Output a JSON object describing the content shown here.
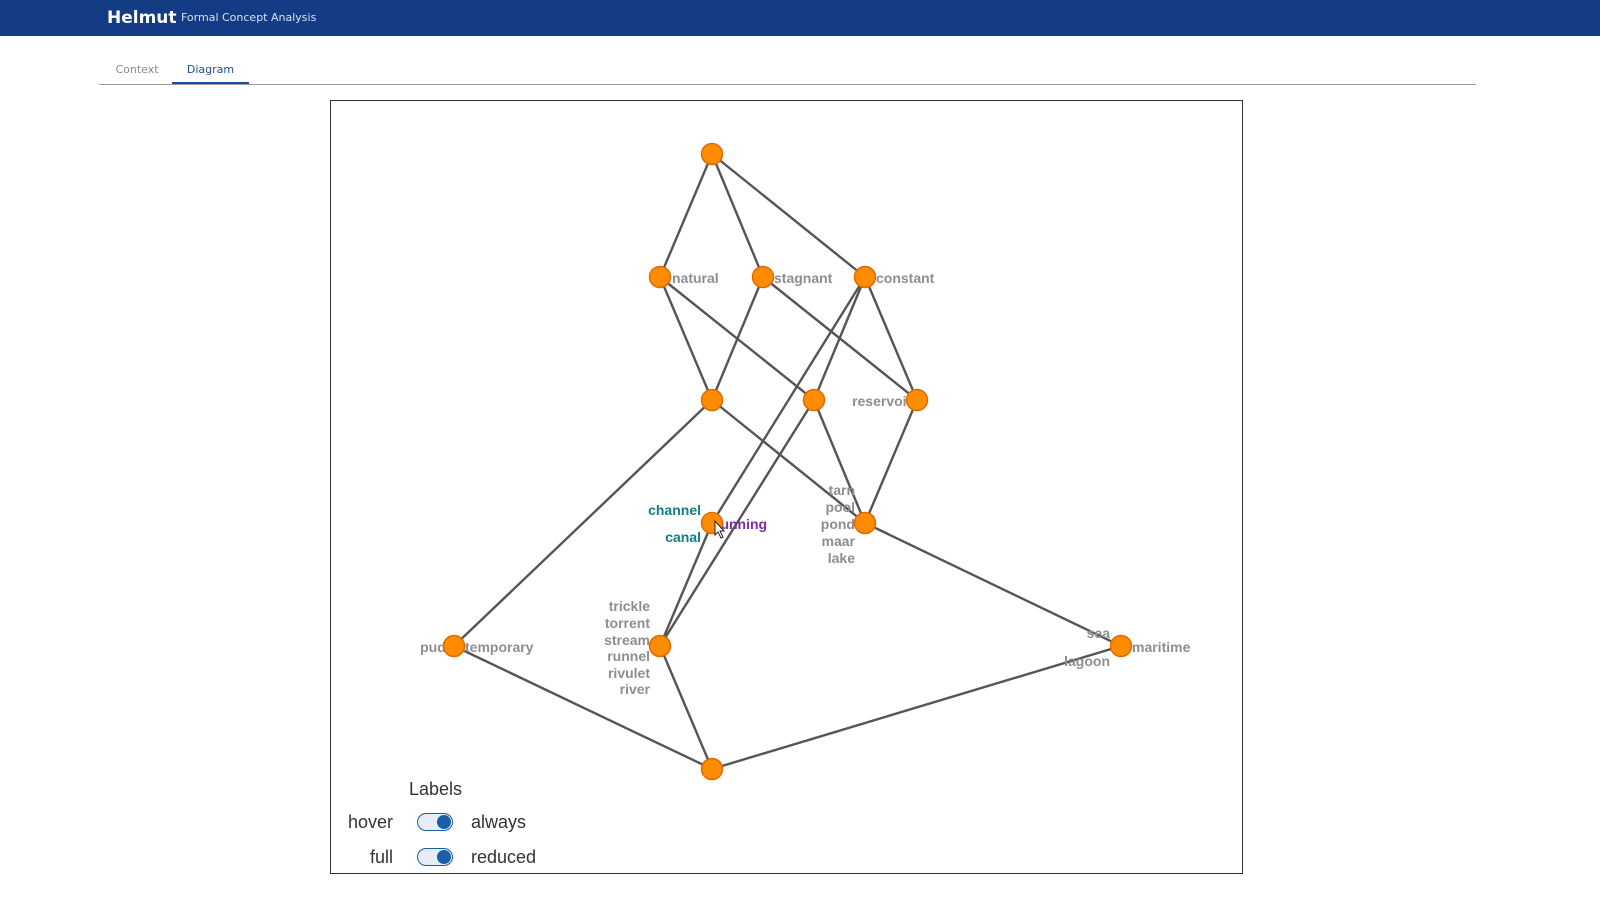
{
  "app": {
    "name": "Helmut",
    "subtitle": "Formal Concept Analysis"
  },
  "tabs": [
    {
      "label": "Context",
      "active": false
    },
    {
      "label": "Diagram",
      "active": true
    }
  ],
  "colors": {
    "header": "#143c85",
    "node": "#ff8c00",
    "edge": "#555555",
    "label": "#8e8e8e",
    "object_highlight": "#0f7f86",
    "attribute_highlight": "#7b2bb0",
    "toggle": "#1a5fa8"
  },
  "lattice": {
    "nodes": [
      {
        "id": "top"
      },
      {
        "id": "natural"
      },
      {
        "id": "stagnant"
      },
      {
        "id": "constant"
      },
      {
        "id": "natural_stagnant"
      },
      {
        "id": "natural_constant"
      },
      {
        "id": "reservoir"
      },
      {
        "id": "running"
      },
      {
        "id": "lakes"
      },
      {
        "id": "temporary"
      },
      {
        "id": "rivers"
      },
      {
        "id": "maritime"
      },
      {
        "id": "bottom"
      }
    ],
    "edges": [
      [
        "top",
        "natural"
      ],
      [
        "top",
        "stagnant"
      ],
      [
        "top",
        "constant"
      ],
      [
        "natural",
        "natural_stagnant"
      ],
      [
        "natural",
        "natural_constant"
      ],
      [
        "stagnant",
        "natural_stagnant"
      ],
      [
        "stagnant",
        "reservoir"
      ],
      [
        "constant",
        "natural_constant"
      ],
      [
        "constant",
        "reservoir"
      ],
      [
        "constant",
        "running"
      ],
      [
        "natural_stagnant",
        "temporary"
      ],
      [
        "natural_stagnant",
        "lakes"
      ],
      [
        "natural_constant",
        "lakes"
      ],
      [
        "natural_constant",
        "rivers"
      ],
      [
        "reservoir",
        "lakes"
      ],
      [
        "running",
        "rivers"
      ],
      [
        "lakes",
        "maritime"
      ],
      [
        "temporary",
        "bottom"
      ],
      [
        "rivers",
        "bottom"
      ],
      [
        "maritime",
        "bottom"
      ]
    ],
    "labels": {
      "natural": "natural",
      "stagnant": "stagnant",
      "constant": "constant",
      "reservoir": "reservoir",
      "running_attr": "running",
      "running_objects": [
        "channel",
        "canal"
      ],
      "lakes": [
        "tarn",
        "pool",
        "pond",
        "maar",
        "lake"
      ],
      "temporary_obj": "puddle",
      "temporary_attr": "temporary",
      "rivers": [
        "trickle",
        "torrent",
        "stream",
        "runnel",
        "rivulet",
        "river"
      ],
      "maritime_objects": [
        "sea",
        "lagoon"
      ],
      "maritime_attr": "maritime"
    }
  },
  "controls": {
    "title": "Labels",
    "toggles": [
      {
        "left": "hover",
        "right": "always",
        "state": "right"
      },
      {
        "left": "full",
        "right": "reduced",
        "state": "right"
      }
    ]
  }
}
